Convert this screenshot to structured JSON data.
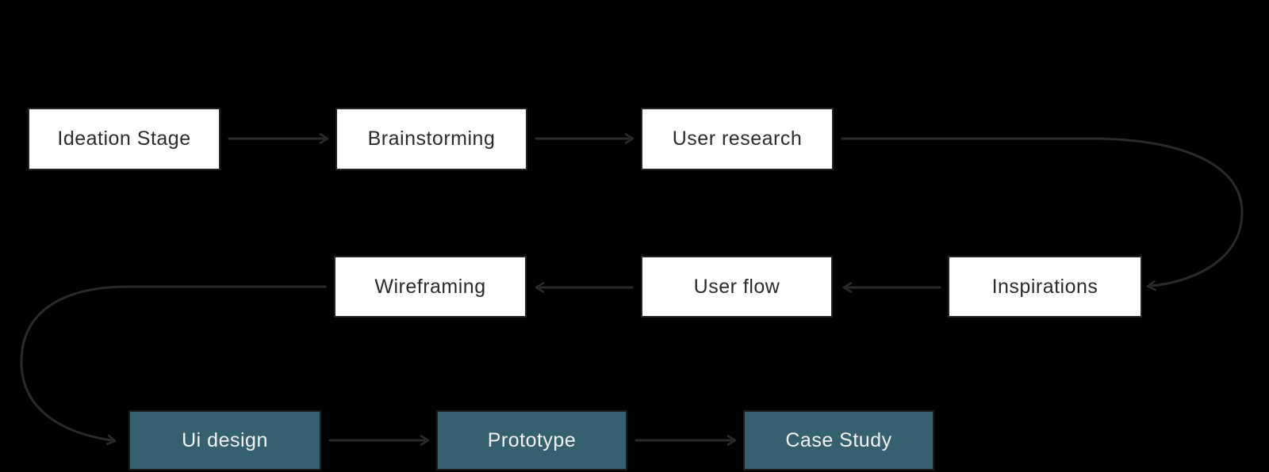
{
  "diagram": {
    "background_color": "#000000",
    "arrow_color": "#2b2b2b",
    "node_styles": {
      "light": {
        "fill": "#ffffff",
        "text_color": "#2b2b2b"
      },
      "dark": {
        "fill": "#346070",
        "text_color": "#f5f5f5"
      }
    },
    "nodes": [
      {
        "id": "ideation-stage",
        "label": "Ideation Stage",
        "row": 1,
        "style": "light"
      },
      {
        "id": "brainstorming",
        "label": "Brainstorming",
        "row": 1,
        "style": "light"
      },
      {
        "id": "user-research",
        "label": "User research",
        "row": 1,
        "style": "light"
      },
      {
        "id": "inspirations",
        "label": "Inspirations",
        "row": 2,
        "style": "light"
      },
      {
        "id": "user-flow",
        "label": "User flow",
        "row": 2,
        "style": "light"
      },
      {
        "id": "wireframing",
        "label": "Wireframing",
        "row": 2,
        "style": "light"
      },
      {
        "id": "ui-design",
        "label": "Ui design",
        "row": 3,
        "style": "dark"
      },
      {
        "id": "prototype",
        "label": "Prototype",
        "row": 3,
        "style": "dark"
      },
      {
        "id": "case-study",
        "label": "Case Study",
        "row": 3,
        "style": "dark"
      }
    ],
    "edges": [
      {
        "from": "ideation-stage",
        "to": "brainstorming"
      },
      {
        "from": "brainstorming",
        "to": "user-research"
      },
      {
        "from": "user-research",
        "to": "inspirations"
      },
      {
        "from": "inspirations",
        "to": "user-flow"
      },
      {
        "from": "user-flow",
        "to": "wireframing"
      },
      {
        "from": "wireframing",
        "to": "ui-design"
      },
      {
        "from": "ui-design",
        "to": "prototype"
      },
      {
        "from": "prototype",
        "to": "case-study"
      }
    ]
  }
}
